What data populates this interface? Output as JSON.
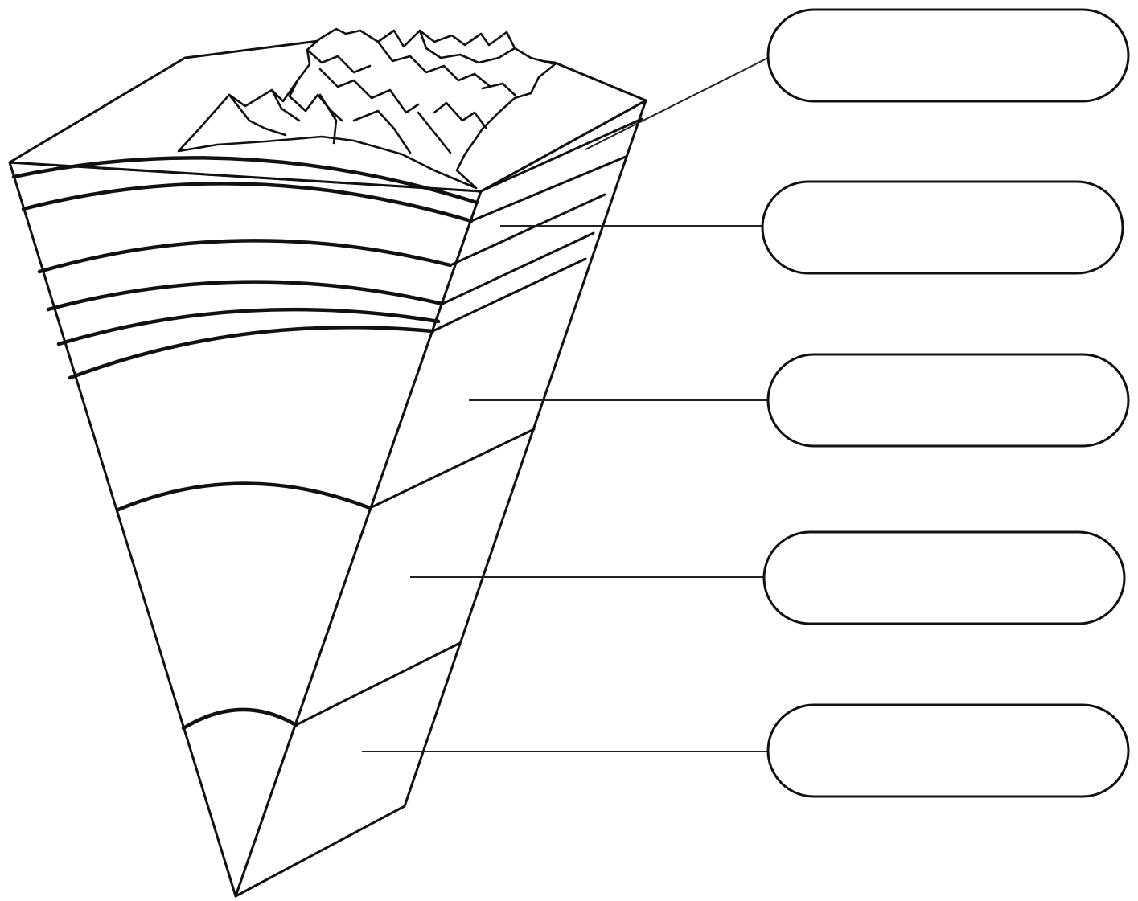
{
  "diagram": {
    "labels": [
      {
        "id": "layer-1",
        "text": ""
      },
      {
        "id": "layer-2",
        "text": ""
      },
      {
        "id": "layer-3",
        "text": ""
      },
      {
        "id": "layer-4",
        "text": ""
      },
      {
        "id": "layer-5",
        "text": ""
      }
    ]
  }
}
